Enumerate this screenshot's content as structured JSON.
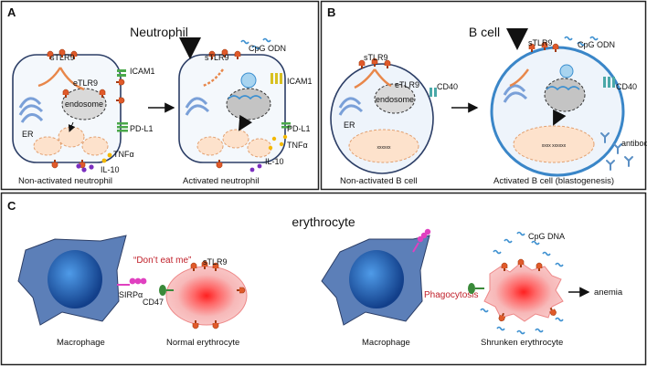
{
  "panels": {
    "a": {
      "letter": "A",
      "title": "Neutrophil",
      "left_cell": {
        "caption": "Non-activated neutrophil",
        "labels": {
          "stlr9": "sTLR9",
          "icam1": "ICAM1",
          "etlr9": "eTLR9",
          "endosome": "endosome",
          "er": "ER",
          "pdl1": "PD-L1",
          "tnfa": "TNFα",
          "il10": "IL-10"
        }
      },
      "right_cell": {
        "caption": "Activated neutrophil",
        "labels": {
          "stlr9": "sTLR9",
          "cpg": "CpG ODN",
          "icam1": "ICAM1",
          "pdl1": "PD-L1",
          "tnfa": "TNFα",
          "il10": "IL-10"
        }
      }
    },
    "b": {
      "letter": "B",
      "title": "B cell",
      "left_cell": {
        "caption": "Non-activated B cell",
        "labels": {
          "stlr9": "sTLR9",
          "cd40": "CD40",
          "etlr9": "eTLR9",
          "endosome": "endosome",
          "er": "ER"
        }
      },
      "right_cell": {
        "caption": "Activated B cell (blastogenesis)",
        "labels": {
          "stlr9": "sTLR9",
          "cpg": "CpG ODN",
          "cd40": "CD40",
          "antibody": "antibody"
        }
      }
    },
    "c": {
      "letter": "C",
      "title": "erythrocyte",
      "left": {
        "macrophage": "Macrophage",
        "sirpa": "SIRPα",
        "cd47": "CD47",
        "dont_eat": "“Don’t eat me”",
        "stlr9": "sTLR9",
        "erythrocyte": "Normal erythrocyte"
      },
      "right": {
        "macrophage": "Macrophage",
        "phagocytosis": "Phagocytosis",
        "cpg": "CpG DNA",
        "anemia": "anemia",
        "erythrocyte": "Shrunken erythrocyte"
      }
    }
  },
  "colors": {
    "border": "#222222",
    "cell_fill": "#f4f8fc",
    "b_cell_fill": "#eef4fb",
    "b_cell_outline": "#3a86c8",
    "macrophage": "#5c7fb8",
    "nucleus": "#1f5fb8",
    "erythrocyte": "#f6b1b1",
    "receptor": "#e05a2a",
    "cpg": "#3b8fd0",
    "signal_red": "#c02020",
    "il10": "#7b2fbf",
    "tnfa": "#f3b800",
    "pdl1": "#4aa84a",
    "icam1": "#d8c020",
    "sirpa": "#e040c0",
    "cd47": "#3a8a3a"
  },
  "icons": [
    "arrow-right-icon",
    "arrow-down-icon",
    "receptor-icon",
    "cpg-odn-icon",
    "antibody-icon"
  ]
}
